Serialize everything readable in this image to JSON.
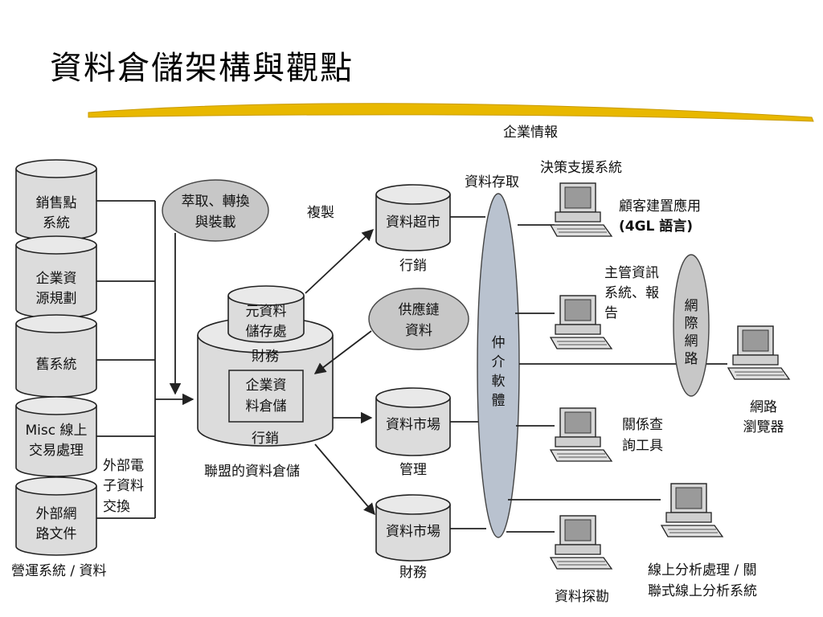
{
  "slide": {
    "title": "資料倉儲架構與觀點"
  },
  "sources": {
    "sales_point": [
      "銷售點",
      "系統"
    ],
    "erp": [
      "企業資",
      "源規劃"
    ],
    "legacy": [
      "舊系統"
    ],
    "misc": [
      "Misc 線上",
      "交易處理"
    ],
    "external_docs": [
      "外部網",
      "路文件"
    ],
    "caption": "營運系統 / 資料",
    "edi": [
      "外部電",
      "子資料",
      "交換"
    ]
  },
  "processes": {
    "etl": [
      "萃取、轉換",
      "與裝載"
    ],
    "supply_chain": [
      "供應鏈",
      "資料"
    ],
    "replication": "複製"
  },
  "warehouse": {
    "metadata": [
      "元資料",
      "儲存處"
    ],
    "finance_label": "財務",
    "core": [
      "企業資",
      "料倉儲"
    ],
    "marketing_label": "行銷",
    "caption": "聯盟的資料倉儲"
  },
  "marts": {
    "mart_marketing": {
      "name": "資料超市",
      "caption": "行銷"
    },
    "mart_management": {
      "name": "資料市場",
      "caption": "管理"
    },
    "mart_finance": {
      "name": "資料市場",
      "caption": "財務"
    }
  },
  "access": {
    "enterprise_intel": "企業情報",
    "data_access": "資料存取",
    "middleware": [
      "仲",
      "介",
      "軟",
      "體"
    ],
    "internet": [
      "網",
      "際",
      "網",
      "路"
    ]
  },
  "clients": {
    "dss_title": "決策支援系統",
    "custom_app": [
      "顧客建置應用",
      "(4GL 語言)"
    ],
    "eis": [
      "主管資訊",
      "系統、報",
      "告"
    ],
    "query": [
      "關係查",
      "詢工具"
    ],
    "browser": [
      "網路",
      "瀏覽器"
    ],
    "olap": [
      "線上分析處理 / 關",
      "聯式線上分析系統"
    ],
    "data_mining": "資料探勘"
  }
}
